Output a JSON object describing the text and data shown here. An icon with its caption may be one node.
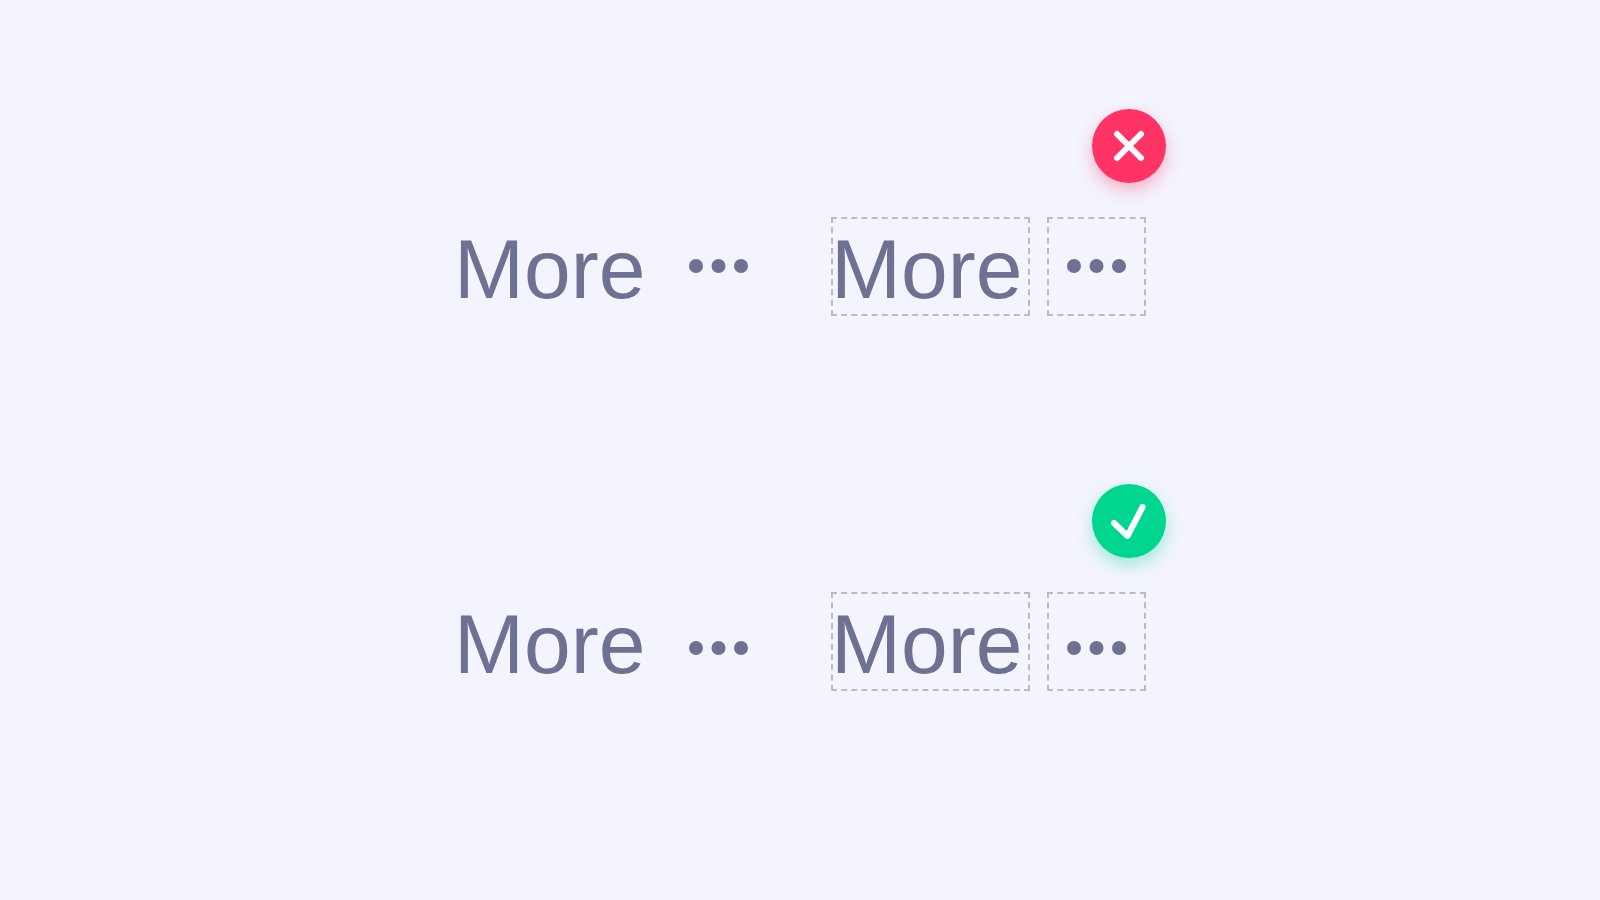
{
  "diagram": {
    "nodes": [
      {
        "text": [
          "More"
        ]
      },
      {
        "text": [],
        "shape": "box"
      },
      {
        "text": [
          "More"
        ]
      },
      {
        "text": [],
        "shape": "box"
      }
    ],
    "labels": [
      "More",
      "More"
    ]
  }
}
